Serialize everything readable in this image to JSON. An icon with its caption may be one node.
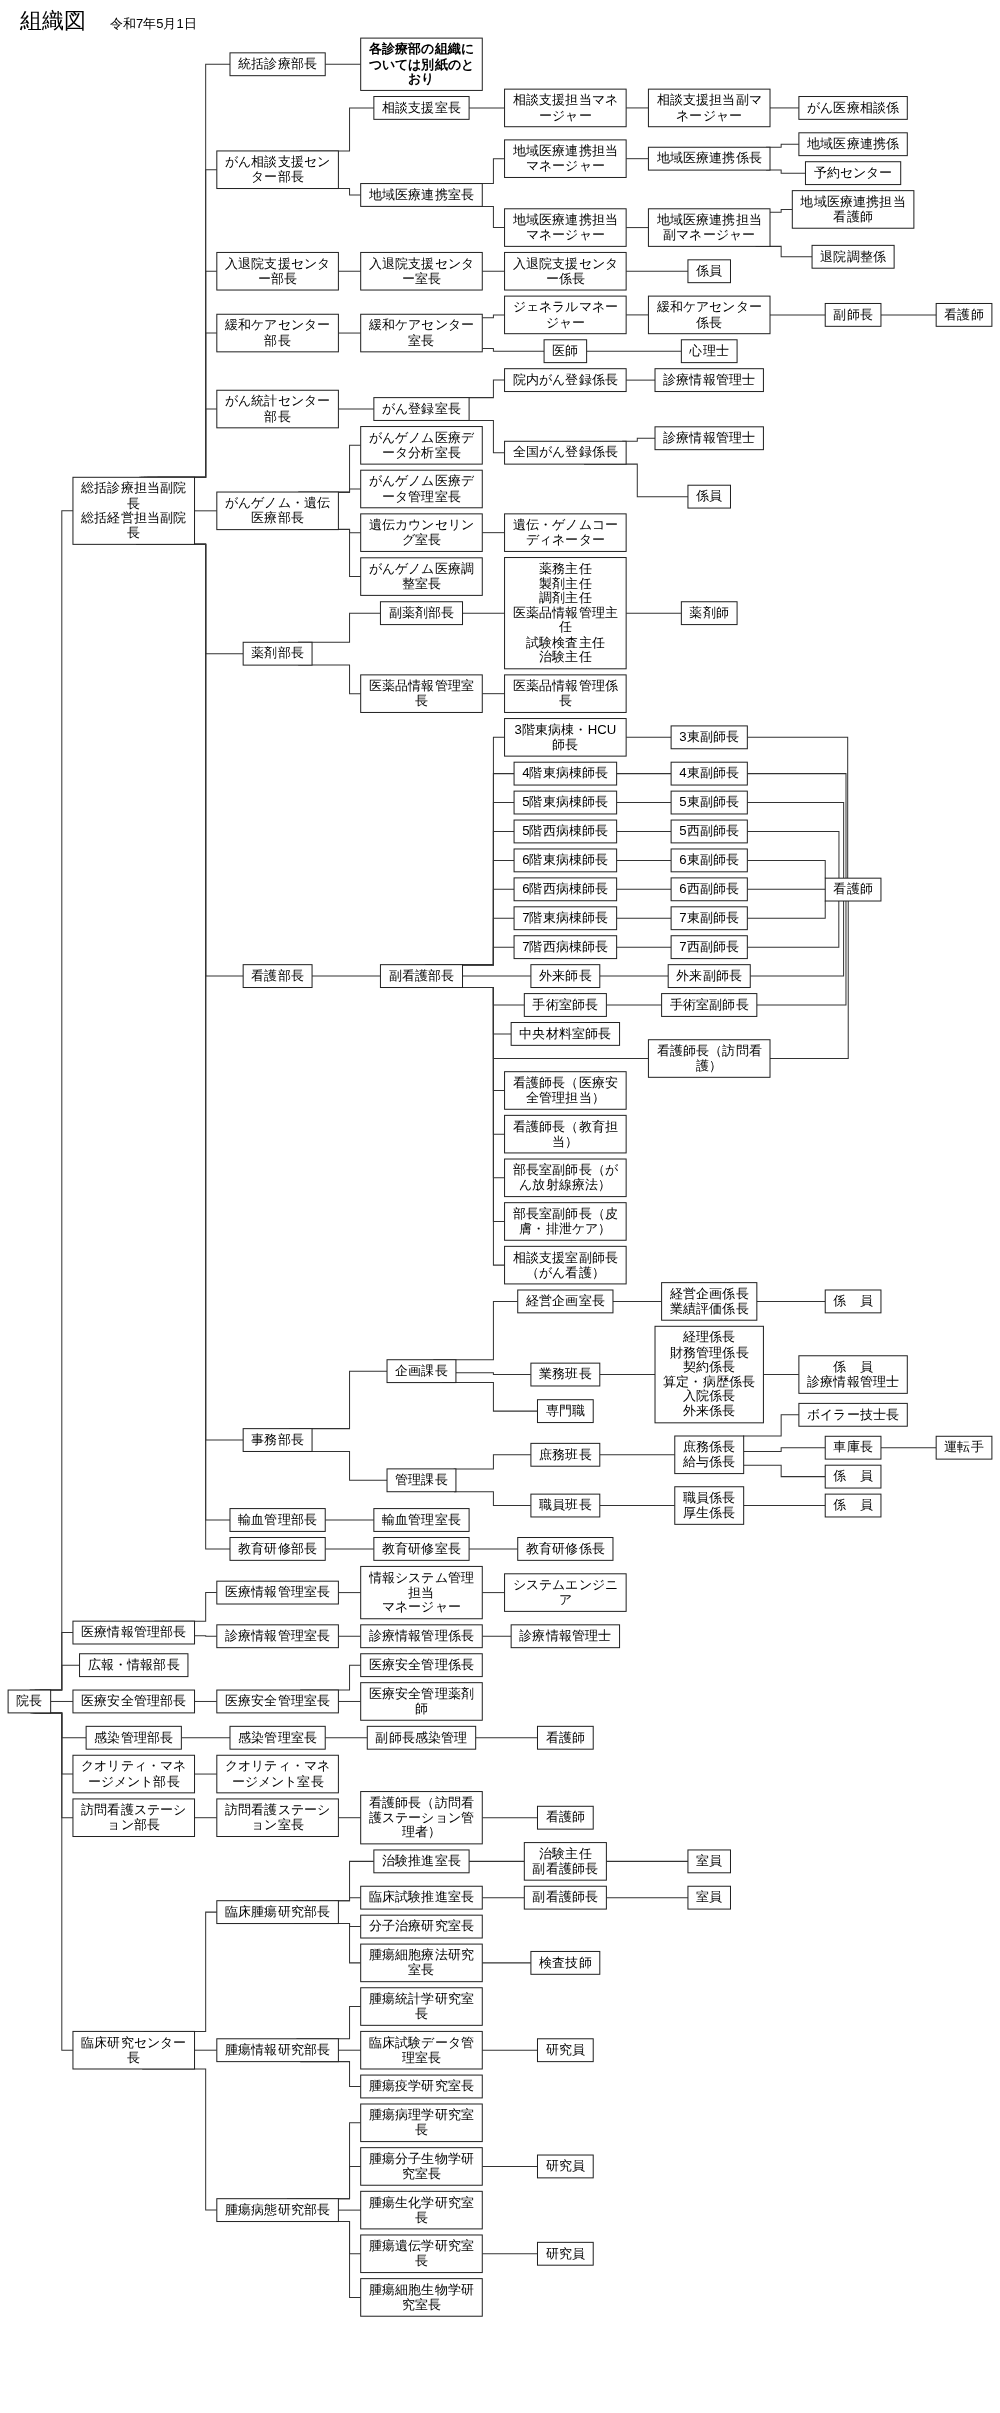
{
  "diagram": {
    "title": "組織図",
    "nodes": [
      {
        "text": [
          "院長"
        ]
      },
      {
        "text": [
          "総括診療担当副院長",
          "総括経営担当副院長"
        ]
      },
      {
        "text": [
          "統括診療部長"
        ]
      },
      {
        "text": [
          "各診療部の組織については別紙のとおり"
        ]
      },
      {
        "text": [
          "がん相談支援センター部長"
        ]
      },
      {
        "text": [
          "相談支援室長"
        ]
      },
      {
        "text": [
          "相談支援担当マネージャー"
        ]
      },
      {
        "text": [
          "相談支援担当副マネージャー"
        ]
      },
      {
        "text": [
          "がん医療相談係"
        ]
      },
      {
        "text": [
          "地域医療連携室長"
        ]
      },
      {
        "text": [
          "地域医療連携担当マネージャー"
        ]
      },
      {
        "text": [
          "地域医療連携係長"
        ]
      },
      {
        "text": [
          "地域医療連携係"
        ]
      },
      {
        "text": [
          "予約センター"
        ]
      },
      {
        "text": [
          "地域医療連携担当マネージャー"
        ]
      },
      {
        "text": [
          "地域医療連携担当副マネージャー"
        ]
      },
      {
        "text": [
          "地域医療連携担当看護師"
        ]
      },
      {
        "text": [
          "退院調整係"
        ]
      },
      {
        "text": [
          "入退院支援センター部長"
        ]
      },
      {
        "text": [
          "入退院支援センター室長"
        ]
      },
      {
        "text": [
          "入退院支援センター係長"
        ]
      },
      {
        "text": [
          "係員"
        ]
      },
      {
        "text": [
          "緩和ケアセンター部長"
        ]
      },
      {
        "text": [
          "緩和ケアセンター室長"
        ]
      },
      {
        "text": [
          "ジェネラルマネージャー"
        ]
      },
      {
        "text": [
          "緩和ケアセンター係長"
        ]
      },
      {
        "text": [
          "副師長"
        ]
      },
      {
        "text": [
          "看護師"
        ]
      },
      {
        "text": [
          "医師"
        ]
      },
      {
        "text": [
          "心理士"
        ]
      },
      {
        "text": [
          "がん統計センター部長"
        ]
      },
      {
        "text": [
          "がん登録室長"
        ]
      },
      {
        "text": [
          "院内がん登録係長"
        ]
      },
      {
        "text": [
          "診療情報管理士"
        ]
      },
      {
        "text": [
          "全国がん登録係長"
        ]
      },
      {
        "text": [
          "診療情報管理士"
        ]
      },
      {
        "text": [
          "係員"
        ]
      },
      {
        "text": [
          "がんゲノム・遺伝医療部長"
        ]
      },
      {
        "text": [
          "がんゲノム医療データ分析室長"
        ]
      },
      {
        "text": [
          "がんゲノム医療データ管理室長"
        ]
      },
      {
        "text": [
          "遺伝カウンセリング室長"
        ]
      },
      {
        "text": [
          "がんゲノム医療調整室長"
        ]
      },
      {
        "text": [
          "遺伝・ゲノムコーディネーター"
        ]
      },
      {
        "text": [
          "薬剤部長"
        ]
      },
      {
        "text": [
          "副薬剤部長"
        ]
      },
      {
        "text": [
          "薬務主任",
          "製剤主任",
          "調剤主任",
          "医薬品情報管理主任",
          "試験検査主任",
          "治験主任"
        ]
      },
      {
        "text": [
          "薬剤師"
        ]
      },
      {
        "text": [
          "医薬品情報管理室長"
        ]
      },
      {
        "text": [
          "医薬品情報管理係長"
        ]
      },
      {
        "text": [
          "看護部長"
        ]
      },
      {
        "text": [
          "副看護部長"
        ]
      },
      {
        "text": [
          "3階東病棟・HCU師長"
        ]
      },
      {
        "text": [
          "4階東病棟師長"
        ]
      },
      {
        "text": [
          "5階東病棟師長"
        ]
      },
      {
        "text": [
          "5階西病棟師長"
        ]
      },
      {
        "text": [
          "6階東病棟師長"
        ]
      },
      {
        "text": [
          "6階西病棟師長"
        ]
      },
      {
        "text": [
          "7階東病棟師長"
        ]
      },
      {
        "text": [
          "7階西病棟師長"
        ]
      },
      {
        "text": [
          "外来師長"
        ]
      },
      {
        "text": [
          "手術室師長"
        ]
      },
      {
        "text": [
          "中央材料室師長"
        ]
      },
      {
        "text": [
          "3東副師長"
        ]
      },
      {
        "text": [
          "4東副師長"
        ]
      },
      {
        "text": [
          "5東副師長"
        ]
      },
      {
        "text": [
          "5西副師長"
        ]
      },
      {
        "text": [
          "6東副師長"
        ]
      },
      {
        "text": [
          "6西副師長"
        ]
      },
      {
        "text": [
          "7東副師長"
        ]
      },
      {
        "text": [
          "7西副師長"
        ]
      },
      {
        "text": [
          "外来副師長"
        ]
      },
      {
        "text": [
          "手術室副師長"
        ]
      },
      {
        "text": [
          "看護師"
        ]
      },
      {
        "text": [
          "看護師長（訪問看護）"
        ]
      },
      {
        "text": [
          "看護師長（医療安全管理担当）"
        ]
      },
      {
        "text": [
          "看護師長（教育担当）"
        ]
      },
      {
        "text": [
          "部長室副師長（がん放射線療法）"
        ]
      },
      {
        "text": [
          "部長室副師長（皮膚・排泄ケア）"
        ]
      },
      {
        "text": [
          "相談支援室副師長（がん看護）"
        ]
      },
      {
        "text": [
          "事務部長"
        ]
      },
      {
        "text": [
          "企画課長"
        ]
      },
      {
        "text": [
          "経営企画室長"
        ]
      },
      {
        "text": [
          "経営企画係長",
          "業績評価係長"
        ]
      },
      {
        "text": [
          "係　員"
        ]
      },
      {
        "text": [
          "業務班長"
        ]
      },
      {
        "text": [
          "経理係長",
          "財務管理係長",
          "契約係長",
          "算定・病歴係長",
          "入院係長",
          "外来係長"
        ]
      },
      {
        "text": [
          "係　員",
          "診療情報管理士"
        ]
      },
      {
        "text": [
          "専門職"
        ]
      },
      {
        "text": [
          "管理課長"
        ]
      },
      {
        "text": [
          "庶務班長"
        ]
      },
      {
        "text": [
          "庶務係長",
          "給与係長"
        ]
      },
      {
        "text": [
          "ボイラー技士長"
        ]
      },
      {
        "text": [
          "車庫長"
        ]
      },
      {
        "text": [
          "運転手"
        ]
      },
      {
        "text": [
          "係　員"
        ]
      },
      {
        "text": [
          "職員班長"
        ]
      },
      {
        "text": [
          "職員係長",
          "厚生係長"
        ]
      },
      {
        "text": [
          "係　員"
        ]
      },
      {
        "text": [
          "輸血管理部長"
        ]
      },
      {
        "text": [
          "輸血管理室長"
        ]
      },
      {
        "text": [
          "教育研修部長"
        ]
      },
      {
        "text": [
          "教育研修室長"
        ]
      },
      {
        "text": [
          "教育研修係長"
        ]
      },
      {
        "text": [
          "医療情報管理部長"
        ]
      },
      {
        "text": [
          "医療情報管理室長"
        ]
      },
      {
        "text": [
          "情報システム管理担当",
          "マネージャー"
        ]
      },
      {
        "text": [
          "システムエンジニア"
        ]
      },
      {
        "text": [
          "診療情報管理室長"
        ]
      },
      {
        "text": [
          "診療情報管理係長"
        ]
      },
      {
        "text": [
          "診療情報管理士"
        ]
      },
      {
        "text": [
          "広報・情報部長"
        ]
      },
      {
        "text": [
          "医療安全管理部長"
        ]
      },
      {
        "text": [
          "医療安全管理室長"
        ]
      },
      {
        "text": [
          "医療安全管理係長"
        ]
      },
      {
        "text": [
          "医療安全管理薬剤師"
        ]
      },
      {
        "text": [
          "感染管理部長"
        ]
      },
      {
        "text": [
          "感染管理室長"
        ]
      },
      {
        "text": [
          "副師長感染管理"
        ]
      },
      {
        "text": [
          "看護師"
        ]
      },
      {
        "text": [
          "クオリティ・マネージメント部長"
        ]
      },
      {
        "text": [
          "クオリティ・マネージメント室長"
        ]
      },
      {
        "text": [
          "訪問看護ステーション部長"
        ]
      },
      {
        "text": [
          "訪問看護ステーション室長"
        ]
      },
      {
        "text": [
          "看護師長（訪問看護ステーション管理者）"
        ]
      },
      {
        "text": [
          "看護師"
        ]
      },
      {
        "text": [
          "臨床研究センター長"
        ]
      },
      {
        "text": [
          "臨床腫瘍研究部長"
        ]
      },
      {
        "text": [
          "治験推進室長"
        ]
      },
      {
        "text": [
          "治験主任",
          "副看護師長"
        ]
      },
      {
        "text": [
          "室員"
        ]
      },
      {
        "text": [
          "臨床試験推進室長"
        ]
      },
      {
        "text": [
          "副看護師長"
        ]
      },
      {
        "text": [
          "室員"
        ]
      },
      {
        "text": [
          "分子治療研究室長"
        ]
      },
      {
        "text": [
          "腫瘍細胞療法研究室長"
        ]
      },
      {
        "text": [
          "検査技師"
        ]
      },
      {
        "text": [
          "腫瘍情報研究部長"
        ]
      },
      {
        "text": [
          "腫瘍統計学研究室長"
        ]
      },
      {
        "text": [
          "臨床試験データ管理室長"
        ]
      },
      {
        "text": [
          "研究員"
        ]
      },
      {
        "text": [
          "腫瘍疫学研究室長"
        ]
      },
      {
        "text": [
          "腫瘍病態研究部長"
        ]
      },
      {
        "text": [
          "腫瘍病理学研究室長"
        ]
      },
      {
        "text": [
          "腫瘍分子生物学研究室長"
        ]
      },
      {
        "text": [
          "研究員"
        ]
      },
      {
        "text": [
          "腫瘍生化学研究室長"
        ]
      },
      {
        "text": [
          "腫瘍遺伝学研究室長"
        ]
      },
      {
        "text": [
          "研究員"
        ]
      },
      {
        "text": [
          "腫瘍細胞生物学研究室長"
        ]
      }
    ],
    "edges": [
      {
        "from": 0,
        "to": 1,
        "arrow": "none"
      },
      {
        "from": 1,
        "to": 2,
        "arrow": "none"
      },
      {
        "from": 2,
        "to": 3,
        "arrow": "none"
      },
      {
        "from": 1,
        "to": 4,
        "arrow": "none"
      },
      {
        "from": 4,
        "to": 5,
        "arrow": "none"
      },
      {
        "from": 5,
        "to": 6,
        "arrow": "none"
      },
      {
        "from": 6,
        "to": 7,
        "arrow": "none"
      },
      {
        "from": 7,
        "to": 8,
        "arrow": "none"
      },
      {
        "from": 4,
        "to": 9,
        "arrow": "none"
      },
      {
        "from": 9,
        "to": 10,
        "arrow": "none"
      },
      {
        "from": 10,
        "to": 11,
        "arrow": "none"
      },
      {
        "from": 11,
        "to": 12,
        "arrow": "none"
      },
      {
        "from": 11,
        "to": 13,
        "arrow": "none"
      },
      {
        "from": 9,
        "to": 14,
        "arrow": "none"
      },
      {
        "from": 14,
        "to": 15,
        "arrow": "none"
      },
      {
        "from": 15,
        "to": 16,
        "arrow": "none"
      },
      {
        "from": 15,
        "to": 17,
        "arrow": "none"
      },
      {
        "from": 1,
        "to": 18,
        "arrow": "none"
      },
      {
        "from": 18,
        "to": 19,
        "arrow": "none"
      },
      {
        "from": 19,
        "to": 20,
        "arrow": "none"
      },
      {
        "from": 20,
        "to": 21,
        "arrow": "none"
      },
      {
        "from": 1,
        "to": 22,
        "arrow": "none"
      },
      {
        "from": 22,
        "to": 23,
        "arrow": "none"
      },
      {
        "from": 23,
        "to": 24,
        "arrow": "none"
      },
      {
        "from": 24,
        "to": 25,
        "arrow": "none"
      },
      {
        "from": 25,
        "to": 26,
        "arrow": "none"
      },
      {
        "from": 26,
        "to": 27,
        "arrow": "none"
      },
      {
        "from": 23,
        "to": 28,
        "arrow": "none"
      },
      {
        "from": 28,
        "to": 29,
        "arrow": "none"
      },
      {
        "from": 1,
        "to": 30,
        "arrow": "none"
      },
      {
        "from": 30,
        "to": 31,
        "arrow": "none"
      },
      {
        "from": 31,
        "to": 32,
        "arrow": "none"
      },
      {
        "from": 32,
        "to": 33,
        "arrow": "none"
      },
      {
        "from": 31,
        "to": 34,
        "arrow": "none"
      },
      {
        "from": 34,
        "to": 35,
        "arrow": "none"
      },
      {
        "from": 34,
        "to": 36,
        "arrow": "none"
      },
      {
        "from": 1,
        "to": 37,
        "arrow": "none"
      },
      {
        "from": 37,
        "to": 38,
        "arrow": "none"
      },
      {
        "from": 37,
        "to": 39,
        "arrow": "none"
      },
      {
        "from": 37,
        "to": 40,
        "arrow": "none"
      },
      {
        "from": 40,
        "to": 42,
        "arrow": "none"
      },
      {
        "from": 37,
        "to": 41,
        "arrow": "none"
      },
      {
        "from": 1,
        "to": 43,
        "arrow": "none"
      },
      {
        "from": 43,
        "to": 44,
        "arrow": "none"
      },
      {
        "from": 44,
        "to": 45,
        "arrow": "none"
      },
      {
        "from": 45,
        "to": 46,
        "arrow": "none"
      },
      {
        "from": 43,
        "to": 47,
        "arrow": "none"
      },
      {
        "from": 47,
        "to": 48,
        "arrow": "none"
      },
      {
        "from": 1,
        "to": 49,
        "arrow": "none"
      },
      {
        "from": 49,
        "to": 50,
        "arrow": "none"
      },
      {
        "from": 50,
        "to": 51,
        "arrow": "none"
      },
      {
        "from": 50,
        "to": 52,
        "arrow": "none"
      },
      {
        "from": 50,
        "to": 53,
        "arrow": "none"
      },
      {
        "from": 50,
        "to": 54,
        "arrow": "none"
      },
      {
        "from": 50,
        "to": 55,
        "arrow": "none"
      },
      {
        "from": 50,
        "to": 56,
        "arrow": "none"
      },
      {
        "from": 50,
        "to": 57,
        "arrow": "none"
      },
      {
        "from": 50,
        "to": 58,
        "arrow": "none"
      },
      {
        "from": 50,
        "to": 59,
        "arrow": "none"
      },
      {
        "from": 50,
        "to": 60,
        "arrow": "none"
      },
      {
        "from": 50,
        "to": 61,
        "arrow": "none"
      },
      {
        "from": 51,
        "to": 62,
        "arrow": "none"
      },
      {
        "from": 52,
        "to": 63,
        "arrow": "none"
      },
      {
        "from": 53,
        "to": 64,
        "arrow": "none"
      },
      {
        "from": 54,
        "to": 65,
        "arrow": "none"
      },
      {
        "from": 55,
        "to": 66,
        "arrow": "none"
      },
      {
        "from": 56,
        "to": 67,
        "arrow": "none"
      },
      {
        "from": 57,
        "to": 68,
        "arrow": "none"
      },
      {
        "from": 58,
        "to": 69,
        "arrow": "none"
      },
      {
        "from": 59,
        "to": 70,
        "arrow": "none"
      },
      {
        "from": 60,
        "to": 71,
        "arrow": "none"
      },
      {
        "from": 62,
        "to": 72,
        "arrow": "none"
      },
      {
        "from": 63,
        "to": 72,
        "arrow": "none"
      },
      {
        "from": 64,
        "to": 72,
        "arrow": "none"
      },
      {
        "from": 65,
        "to": 72,
        "arrow": "none"
      },
      {
        "from": 66,
        "to": 72,
        "arrow": "none"
      },
      {
        "from": 67,
        "to": 72,
        "arrow": "none"
      },
      {
        "from": 68,
        "to": 72,
        "arrow": "none"
      },
      {
        "from": 69,
        "to": 72,
        "arrow": "none"
      },
      {
        "from": 70,
        "to": 72,
        "arrow": "none"
      },
      {
        "from": 71,
        "to": 72,
        "arrow": "none"
      },
      {
        "from": 50,
        "to": 73,
        "arrow": "none"
      },
      {
        "from": 73,
        "to": 72,
        "arrow": "none"
      },
      {
        "from": 50,
        "to": 74,
        "arrow": "none"
      },
      {
        "from": 50,
        "to": 75,
        "arrow": "none"
      },
      {
        "from": 50,
        "to": 76,
        "arrow": "none"
      },
      {
        "from": 50,
        "to": 77,
        "arrow": "none"
      },
      {
        "from": 50,
        "to": 78,
        "arrow": "none"
      },
      {
        "from": 1,
        "to": 79,
        "arrow": "none"
      },
      {
        "from": 79,
        "to": 80,
        "arrow": "none"
      },
      {
        "from": 80,
        "to": 81,
        "arrow": "none"
      },
      {
        "from": 81,
        "to": 82,
        "arrow": "none"
      },
      {
        "from": 82,
        "to": 83,
        "arrow": "none"
      },
      {
        "from": 80,
        "to": 84,
        "arrow": "none"
      },
      {
        "from": 84,
        "to": 85,
        "arrow": "none"
      },
      {
        "from": 85,
        "to": 86,
        "arrow": "none"
      },
      {
        "from": 80,
        "to": 87,
        "arrow": "none"
      },
      {
        "from": 79,
        "to": 88,
        "arrow": "none"
      },
      {
        "from": 88,
        "to": 89,
        "arrow": "none"
      },
      {
        "from": 89,
        "to": 90,
        "arrow": "none"
      },
      {
        "from": 90,
        "to": 91,
        "arrow": "none"
      },
      {
        "from": 90,
        "to": 92,
        "arrow": "none"
      },
      {
        "from": 92,
        "to": 93,
        "arrow": "none"
      },
      {
        "from": 90,
        "to": 94,
        "arrow": "none"
      },
      {
        "from": 88,
        "to": 95,
        "arrow": "none"
      },
      {
        "from": 95,
        "to": 96,
        "arrow": "none"
      },
      {
        "from": 96,
        "to": 97,
        "arrow": "none"
      },
      {
        "from": 1,
        "to": 98,
        "arrow": "none"
      },
      {
        "from": 98,
        "to": 99,
        "arrow": "none"
      },
      {
        "from": 1,
        "to": 100,
        "arrow": "none"
      },
      {
        "from": 100,
        "to": 101,
        "arrow": "none"
      },
      {
        "from": 101,
        "to": 102,
        "arrow": "none"
      },
      {
        "from": 0,
        "to": 103,
        "arrow": "none"
      },
      {
        "from": 103,
        "to": 104,
        "arrow": "none"
      },
      {
        "from": 104,
        "to": 105,
        "arrow": "none"
      },
      {
        "from": 105,
        "to": 106,
        "arrow": "none"
      },
      {
        "from": 103,
        "to": 107,
        "arrow": "none"
      },
      {
        "from": 107,
        "to": 108,
        "arrow": "none"
      },
      {
        "from": 108,
        "to": 109,
        "arrow": "none"
      },
      {
        "from": 0,
        "to": 110,
        "arrow": "none"
      },
      {
        "from": 0,
        "to": 111,
        "arrow": "none"
      },
      {
        "from": 111,
        "to": 112,
        "arrow": "none"
      },
      {
        "from": 112,
        "to": 113,
        "arrow": "none"
      },
      {
        "from": 112,
        "to": 114,
        "arrow": "none"
      },
      {
        "from": 0,
        "to": 115,
        "arrow": "none"
      },
      {
        "from": 115,
        "to": 116,
        "arrow": "none"
      },
      {
        "from": 116,
        "to": 117,
        "arrow": "none"
      },
      {
        "from": 117,
        "to": 118,
        "arrow": "none"
      },
      {
        "from": 0,
        "to": 119,
        "arrow": "none"
      },
      {
        "from": 119,
        "to": 120,
        "arrow": "none"
      },
      {
        "from": 0,
        "to": 121,
        "arrow": "none"
      },
      {
        "from": 121,
        "to": 122,
        "arrow": "none"
      },
      {
        "from": 122,
        "to": 123,
        "arrow": "none"
      },
      {
        "from": 123,
        "to": 124,
        "arrow": "none"
      },
      {
        "from": 0,
        "to": 125,
        "arrow": "none"
      },
      {
        "from": 125,
        "to": 126,
        "arrow": "none"
      },
      {
        "from": 126,
        "to": 127,
        "arrow": "none"
      },
      {
        "from": 127,
        "to": 128,
        "arrow": "none"
      },
      {
        "from": 128,
        "to": 129,
        "arrow": "none"
      },
      {
        "from": 126,
        "to": 130,
        "arrow": "none"
      },
      {
        "from": 130,
        "to": 131,
        "arrow": "none"
      },
      {
        "from": 131,
        "to": 132,
        "arrow": "none"
      },
      {
        "from": 126,
        "to": 133,
        "arrow": "none"
      },
      {
        "from": 126,
        "to": 134,
        "arrow": "none"
      },
      {
        "from": 134,
        "to": 135,
        "arrow": "none"
      },
      {
        "from": 125,
        "to": 136,
        "arrow": "none"
      },
      {
        "from": 136,
        "to": 137,
        "arrow": "none"
      },
      {
        "from": 136,
        "to": 138,
        "arrow": "none"
      },
      {
        "from": 138,
        "to": 139,
        "arrow": "none"
      },
      {
        "from": 136,
        "to": 140,
        "arrow": "none"
      },
      {
        "from": 125,
        "to": 141,
        "arrow": "none"
      },
      {
        "from": 141,
        "to": 142,
        "arrow": "none"
      },
      {
        "from": 141,
        "to": 143,
        "arrow": "none"
      },
      {
        "from": 143,
        "to": 144,
        "arrow": "none"
      },
      {
        "from": 141,
        "to": 145,
        "arrow": "none"
      },
      {
        "from": 141,
        "to": 146,
        "arrow": "none"
      },
      {
        "from": 146,
        "to": 147,
        "arrow": "none"
      },
      {
        "from": 141,
        "to": 148,
        "arrow": "none"
      }
    ],
    "labels": [
      "令和7年5月1日"
    ]
  }
}
